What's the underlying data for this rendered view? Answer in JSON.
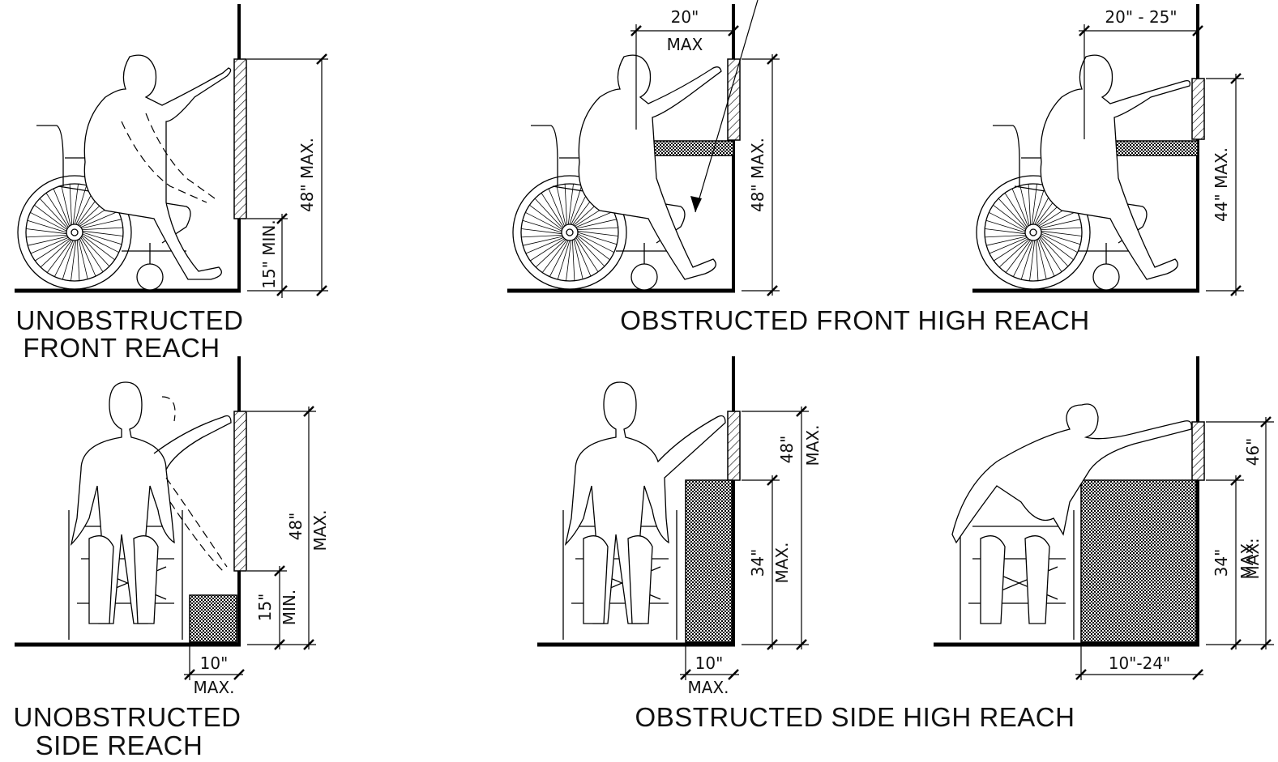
{
  "captions": {
    "unobstructed_front_1": "UNOBSTRUCTED",
    "unobstructed_front_2": "FRONT REACH",
    "obstructed_front": "OBSTRUCTED FRONT HIGH REACH",
    "unobstructed_side_1": "UNOBSTRUCTED",
    "unobstructed_side_2": "SIDE REACH",
    "obstructed_side": "OBSTRUCTED SIDE HIGH REACH"
  },
  "dims": {
    "p1_high": "48\" MAX.",
    "p1_low": "15\" MIN.",
    "p2_depth": "20\"",
    "p2_depth_max": "MAX",
    "p2_high": "48\" MAX.",
    "p3_depth": "20\" - 25\"",
    "p3_high": "44\" MAX.",
    "p4_high": "48\"",
    "p4_high_max": "MAX.",
    "p4_low": "15\"",
    "p4_low_min": "MIN.",
    "p4_depth": "10\"",
    "p4_depth_max": "MAX.",
    "p5_high": "48\"",
    "p5_high_max": "MAX.",
    "p5_counter": "34\"",
    "p5_counter_max": "MAX.",
    "p5_depth": "10\"",
    "p5_depth_max": "MAX.",
    "p6_high": "46\"",
    "p6_high_max": "MAX.",
    "p6_counter": "34\"",
    "p6_counter_max": "MAX.",
    "p6_depth": "10\"-24\""
  }
}
